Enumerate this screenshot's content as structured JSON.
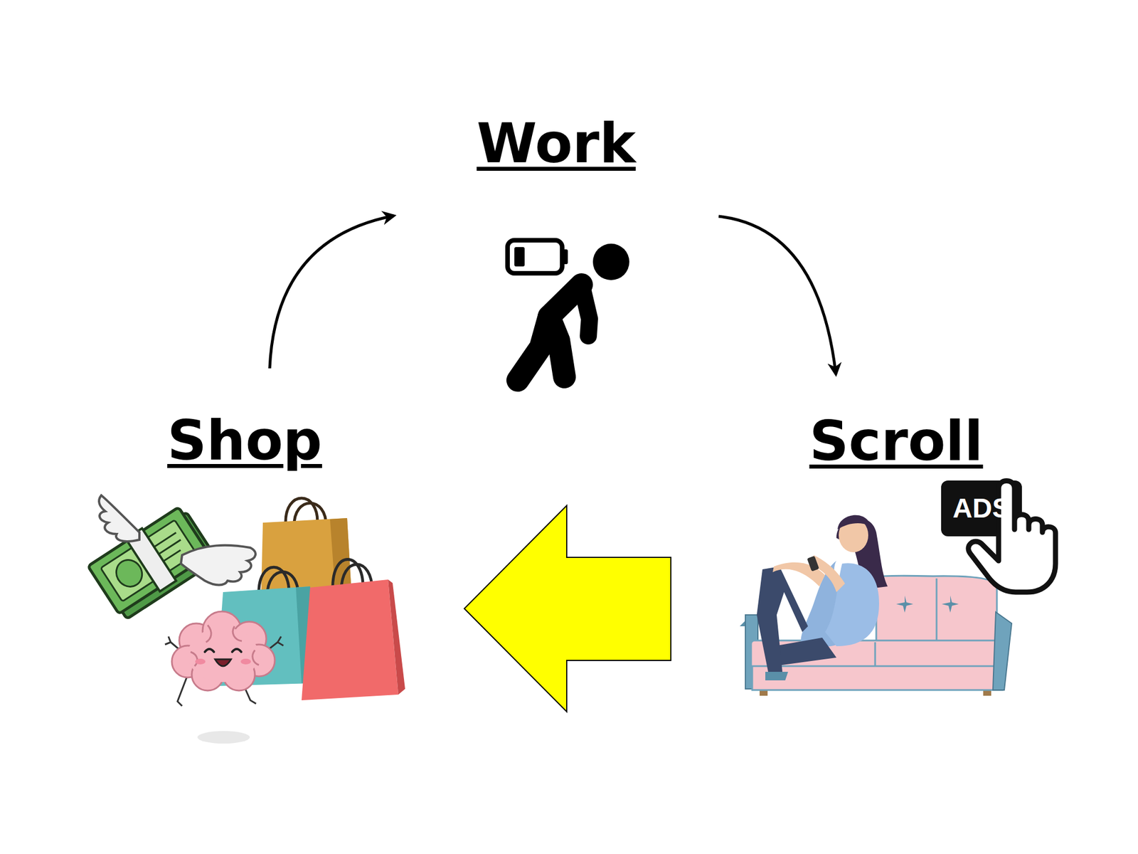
{
  "diagram": {
    "nodes": [
      {
        "text": [
          "Work"
        ]
      },
      {
        "text": [
          "Shop"
        ]
      },
      {
        "text": [
          "Scroll"
        ]
      }
    ],
    "edges": [
      {
        "from": 0,
        "to": 2,
        "arrow": "to"
      },
      {
        "from": 2,
        "to": 1,
        "arrow": "to"
      },
      {
        "from": 1,
        "to": 0,
        "arrow": "to"
      }
    ],
    "labels": [
      "ADS"
    ]
  }
}
